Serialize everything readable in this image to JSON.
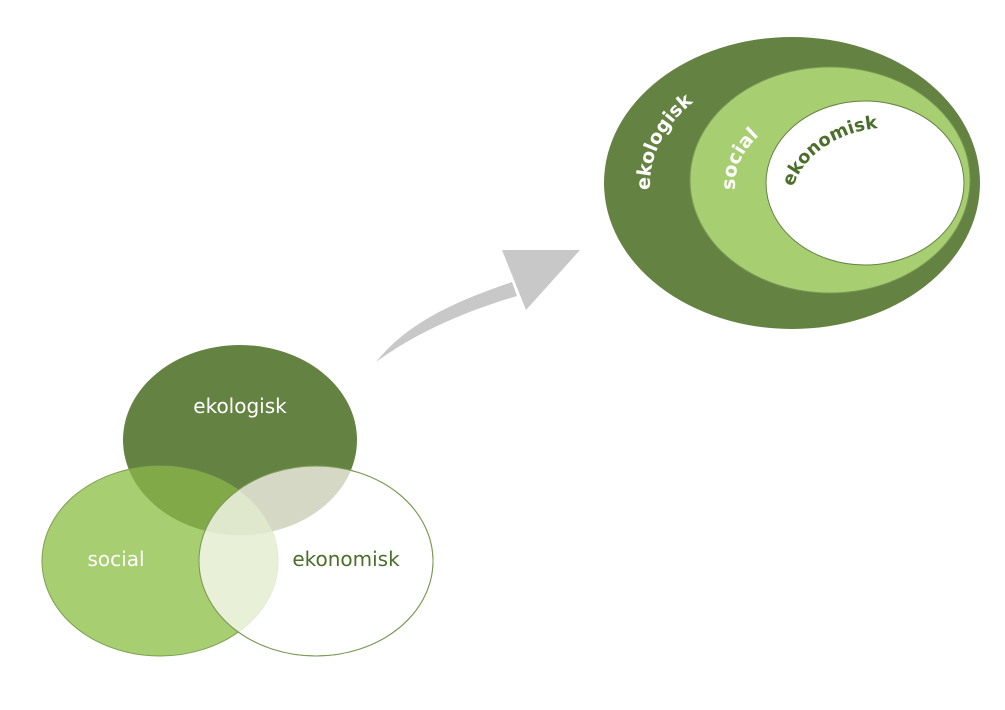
{
  "venn": {
    "ekologisk": "ekologisk",
    "social": "social",
    "ekonomisk": "ekonomisk"
  },
  "nested": {
    "ekologisk": "ekologisk",
    "social": "social",
    "ekonomisk": "ekonomisk"
  },
  "colors": {
    "dark_green": "#648242",
    "light_green": "#a8ce72",
    "overlap_green": "#82a948",
    "pale_green": "#e8f0d8",
    "white": "#ffffff",
    "arrow_gray": "#c8c8c8",
    "text_dark": "#4b6f2b"
  }
}
